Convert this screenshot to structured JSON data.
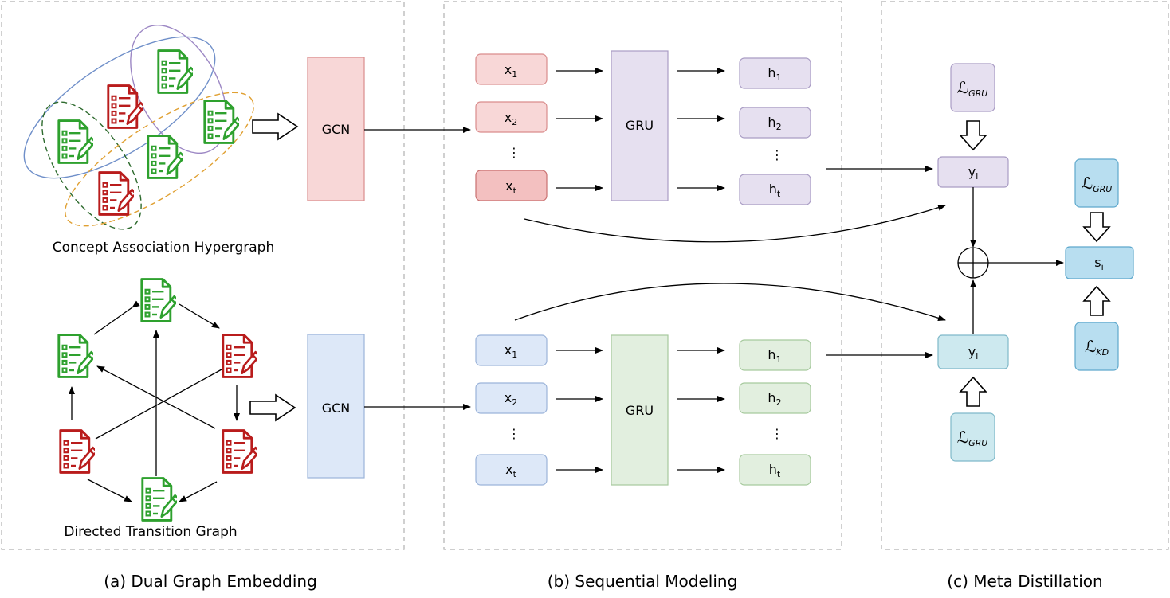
{
  "panels": {
    "a": {
      "caption": "(a) Dual Graph Embedding",
      "hypergraph_label": "Concept Association Hypergraph",
      "transition_label": "Directed Transition Graph",
      "gcn_top": "GCN",
      "gcn_bottom": "GCN"
    },
    "b": {
      "caption": "(b) Sequential Modeling",
      "top": {
        "inputs": [
          "x",
          "x",
          "x"
        ],
        "input_subs": [
          "1",
          "2",
          "t"
        ],
        "gru": "GRU",
        "outputs": [
          "h",
          "h",
          "h"
        ],
        "output_subs": [
          "1",
          "2",
          "t"
        ],
        "ellipsis": "⋮"
      },
      "bottom": {
        "inputs": [
          "x",
          "x",
          "x"
        ],
        "input_subs": [
          "1",
          "2",
          "t"
        ],
        "gru": "GRU",
        "outputs": [
          "h",
          "h",
          "h"
        ],
        "output_subs": [
          "1",
          "2",
          "t"
        ],
        "ellipsis": "⋮"
      }
    },
    "c": {
      "caption": "(c) Meta Distillation",
      "loss_gru_top": "ℒ",
      "loss_gru_top_sub": "GRU",
      "loss_gru_bottom": "ℒ",
      "loss_gru_bottom_sub": "GRU",
      "loss_gru_right": "ℒ",
      "loss_gru_right_sub": "GRU",
      "loss_kd": "ℒ",
      "loss_kd_sub": "KD",
      "y_top": "y",
      "y_top_sub": "i",
      "y_bottom": "y",
      "y_bottom_sub": "i",
      "s": "s",
      "s_sub": "i"
    }
  },
  "colors": {
    "red_doc": "#b91c1c",
    "green_doc": "#2ea12e",
    "pink_box": "#f8d7d7",
    "pink_border": "#d98c8c",
    "blue_box": "#dde8f8",
    "blue_border": "#9bb3d9",
    "lavender_box": "#e6e0f0",
    "lavender_border": "#a99cc4",
    "green_box": "#e2efdf",
    "green_border": "#a6c99d",
    "cyan_box": "#cde9ef",
    "cyan_border": "#7fb9c9",
    "sky_box": "#b8def0",
    "sky_border": "#5ea8cc",
    "dashed_border": "#b0b0b0"
  }
}
